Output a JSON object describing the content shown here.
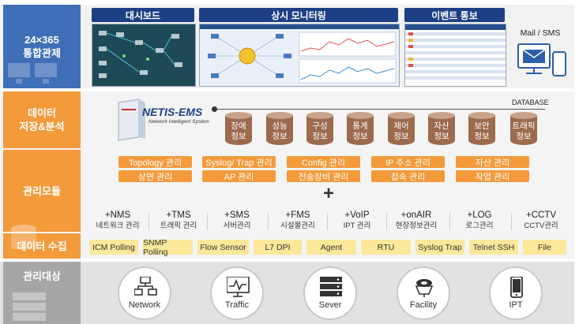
{
  "sections": {
    "monitoring": {
      "line1": "24×365",
      "line2": "통합관제"
    },
    "storage": {
      "line1": "데이터",
      "line2": "저장&분석"
    },
    "modules": {
      "label": "관리모듈"
    },
    "collection": {
      "label": "데이터 수집"
    },
    "targets": {
      "label": "관리대상"
    }
  },
  "panels": {
    "dashboard": "대시보드",
    "monitoring": "상시 모니터링",
    "event": "이벤트 통보",
    "mail_sms": "Mail / SMS"
  },
  "product": {
    "name": "NETIS-EMS",
    "subtitle": "Network Intelligent System"
  },
  "database_label": "DATABASE",
  "databases": [
    {
      "l1": "장애",
      "l2": "정보"
    },
    {
      "l1": "성능",
      "l2": "정보"
    },
    {
      "l1": "구성",
      "l2": "정보"
    },
    {
      "l1": "통계",
      "l2": "정보"
    },
    {
      "l1": "제어",
      "l2": "정보"
    },
    {
      "l1": "자산",
      "l2": "정보"
    },
    {
      "l1": "보안",
      "l2": "정보"
    },
    {
      "l1": "트래픽",
      "l2": "정보"
    }
  ],
  "modules": [
    {
      "a": "Topology 관리",
      "b": "상면 관리"
    },
    {
      "a": "Syslog/ Trap 관리",
      "b": "AP 관리"
    },
    {
      "a": "Config 관리",
      "b": "전송장비 관리"
    },
    {
      "a": "IP 주소 관리",
      "b": "접속 관리"
    },
    {
      "a": "자산 관리",
      "b": "작업 관리"
    }
  ],
  "plus": "+",
  "systems": [
    {
      "t": "+NMS",
      "s": "네트워크 관리"
    },
    {
      "t": "+TMS",
      "s": "트래픽 관리"
    },
    {
      "t": "+SMS",
      "s": "서버관리"
    },
    {
      "t": "+FMS",
      "s": "시설물관리"
    },
    {
      "t": "+VoIP",
      "s": "IPT 관리"
    },
    {
      "t": "+onAIR",
      "s": "현장정보관리"
    },
    {
      "t": "+LOG",
      "s": "로그관리"
    },
    {
      "t": "+CCTV",
      "s": "CCTV관리"
    }
  ],
  "collectors": [
    "ICM Polling",
    "SNMP Polling",
    "Flow Sensor",
    "L7 DPI",
    "Agent",
    "RTU",
    "Syslog Trap",
    "Telnet SSH",
    "File"
  ],
  "targets": [
    "Network",
    "Traffic",
    "Sever",
    "Facility",
    "IPT"
  ],
  "colors": {
    "blue": "#3f6fb6",
    "orange": "#f39a3b",
    "grey": "#a6a6a6",
    "navy": "#1d3f84",
    "db": "#9c6a4d",
    "yellow": "#fbe89a"
  }
}
